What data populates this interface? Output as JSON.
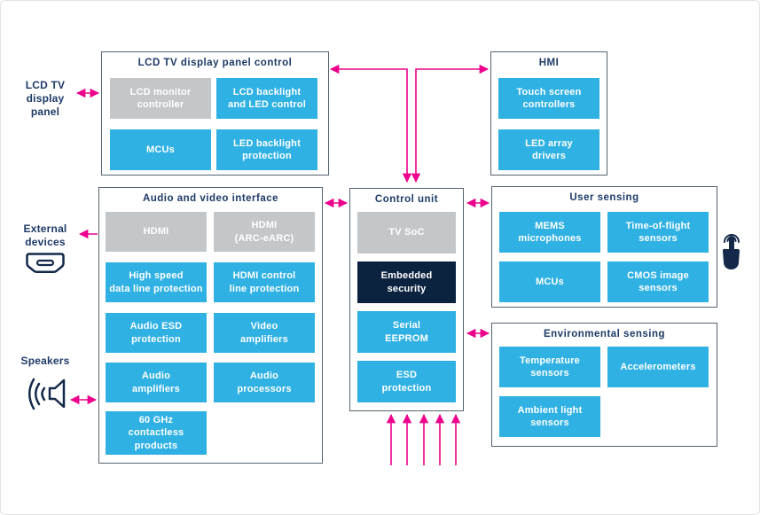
{
  "colors": {
    "block_blue": "#2FB1E3",
    "block_gray": "#C3C7CA",
    "block_navy": "#0C2340",
    "panel_border": "#55626F",
    "title_text": "#1D3A66",
    "arrow_magenta": "#EC008C"
  },
  "panels": {
    "lcd_control": {
      "title": "LCD TV display panel control",
      "blocks": [
        {
          "label": "LCD monitor\ncontroller",
          "variant": "gray"
        },
        {
          "label": "LCD backlight\nand LED control",
          "variant": "blue"
        },
        {
          "label": "MCUs",
          "variant": "blue"
        },
        {
          "label": "LED backlight\nprotection",
          "variant": "blue"
        }
      ]
    },
    "hmi": {
      "title": "HMI",
      "blocks": [
        {
          "label": "Touch screen\ncontrollers",
          "variant": "blue"
        },
        {
          "label": "LED array\ndrivers",
          "variant": "blue"
        }
      ]
    },
    "audio_video": {
      "title": "Audio and video interface",
      "blocks": [
        {
          "label": "HDMI",
          "variant": "gray"
        },
        {
          "label": "HDMI\n(ARC-eARC)",
          "variant": "gray"
        },
        {
          "label": "High speed\ndata line protection",
          "variant": "blue"
        },
        {
          "label": "HDMI control\nline protection",
          "variant": "blue"
        },
        {
          "label": "Audio ESD\nprotection",
          "variant": "blue"
        },
        {
          "label": "Video\namplifiers",
          "variant": "blue"
        },
        {
          "label": "Audio\namplifiers",
          "variant": "blue"
        },
        {
          "label": "Audio\nprocessors",
          "variant": "blue"
        },
        {
          "label": "60 GHz\ncontactless\nproducts",
          "variant": "blue"
        }
      ]
    },
    "control_unit": {
      "title": "Control unit",
      "blocks": [
        {
          "label": "TV SoC",
          "variant": "gray"
        },
        {
          "label": "Embedded\nsecurity",
          "variant": "navy"
        },
        {
          "label": "Serial\nEEPROM",
          "variant": "blue"
        },
        {
          "label": "ESD\nprotection",
          "variant": "blue"
        }
      ]
    },
    "user_sensing": {
      "title": "User sensing",
      "blocks": [
        {
          "label": "MEMS\nmicrophones",
          "variant": "blue"
        },
        {
          "label": "Time-of-flight\nsensors",
          "variant": "blue"
        },
        {
          "label": "MCUs",
          "variant": "blue"
        },
        {
          "label": "CMOS image\nsensors",
          "variant": "blue"
        }
      ]
    },
    "environmental": {
      "title": "Environmental sensing",
      "blocks": [
        {
          "label": "Temperature\nsensors",
          "variant": "blue"
        },
        {
          "label": "Accelerometers",
          "variant": "blue"
        },
        {
          "label": "Ambient light\nsensors",
          "variant": "blue"
        }
      ]
    }
  },
  "side_labels": {
    "lcd": "LCD TV\ndisplay\npanel",
    "external": "External\ndevices",
    "speakers": "Speakers"
  },
  "icons": {
    "external_devices": "hdmi-connector-icon",
    "speakers": "speaker-icon",
    "user_sensing": "touch-gesture-icon"
  }
}
